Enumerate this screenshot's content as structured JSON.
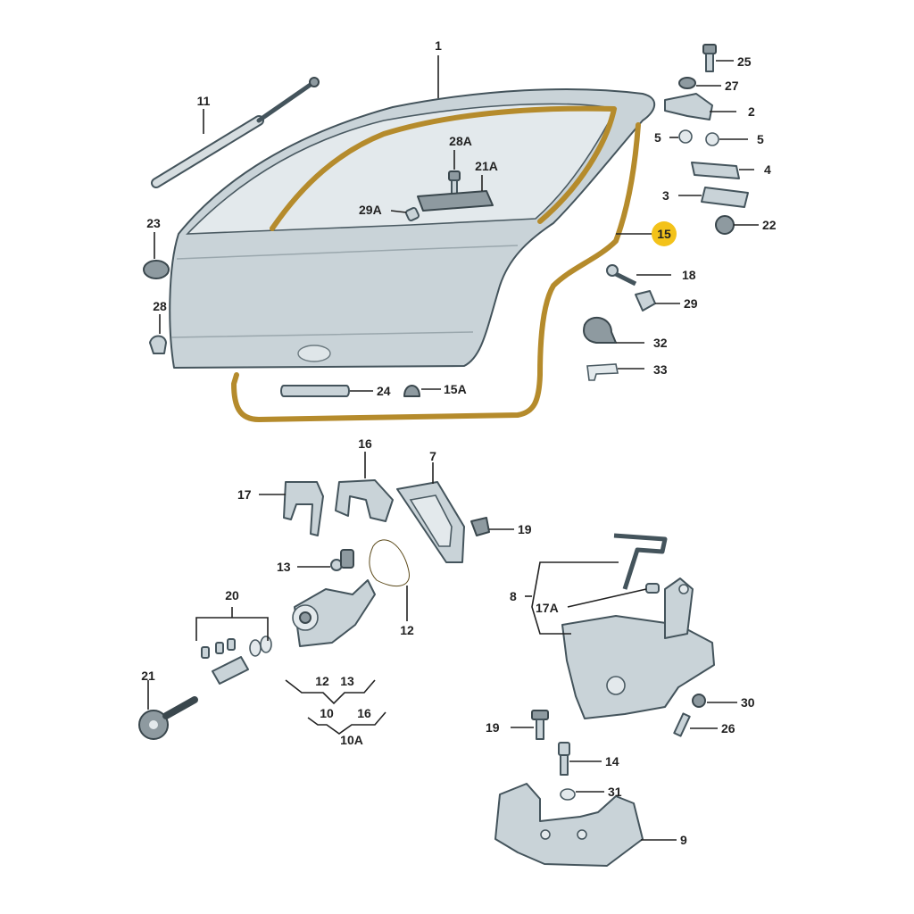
{
  "labels": {
    "p1": "1",
    "p2": "2",
    "p3": "3",
    "p4": "4",
    "p5a": "5",
    "p5b": "5",
    "p7": "7",
    "p8": "8",
    "p9": "9",
    "p10": "10",
    "p10a": "10A",
    "p11": "11",
    "p12a": "12",
    "p12b": "12",
    "p13a": "13",
    "p13b": "13",
    "p14": "14",
    "p15": "15",
    "p15a": "15A",
    "p16a": "16",
    "p16b": "16",
    "p17": "17",
    "p17a": "17A",
    "p18": "18",
    "p19a": "19",
    "p19b": "19",
    "p20": "20",
    "p21": "21",
    "p21a": "21A",
    "p22": "22",
    "p23": "23",
    "p24": "24",
    "p25": "25",
    "p26": "26",
    "p27": "27",
    "p28": "28",
    "p28a": "28A",
    "p29": "29",
    "p29a": "29A",
    "p30": "30",
    "p31": "31",
    "p32": "32",
    "p33": "33"
  },
  "colors": {
    "highlight": "#f3c21a",
    "seal": "#b58b2c",
    "panel": "#c9d3d8",
    "outline": "#44545c"
  }
}
